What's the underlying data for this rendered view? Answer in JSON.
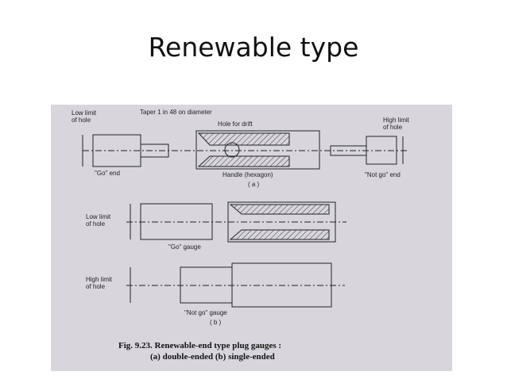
{
  "slide": {
    "title": "Renewable type"
  },
  "figure": {
    "a": {
      "low_limit": "Low limit\nof hole",
      "taper": "Taper 1 in 48 on diameter",
      "hole_drift": "Hole for drift",
      "high_limit": "High limit\nof hole",
      "go_end": "\"Go\" end",
      "handle": "Handle (hexagon)",
      "not_go_end": "\"Not go\" end",
      "sub": "( a )"
    },
    "b": {
      "low_limit": "Low limit\nof hole",
      "go_gauge": "\"Go\" gauge",
      "high_limit": "High limit\nof hole",
      "not_go_gauge": "\"Not go\" gauge",
      "sub": "( b )"
    },
    "caption": {
      "label": "Fig. 9.23.",
      "line1": "Renewable-end type plug gauges :",
      "line2": "(a) double-ended  (b) single-ended"
    }
  }
}
